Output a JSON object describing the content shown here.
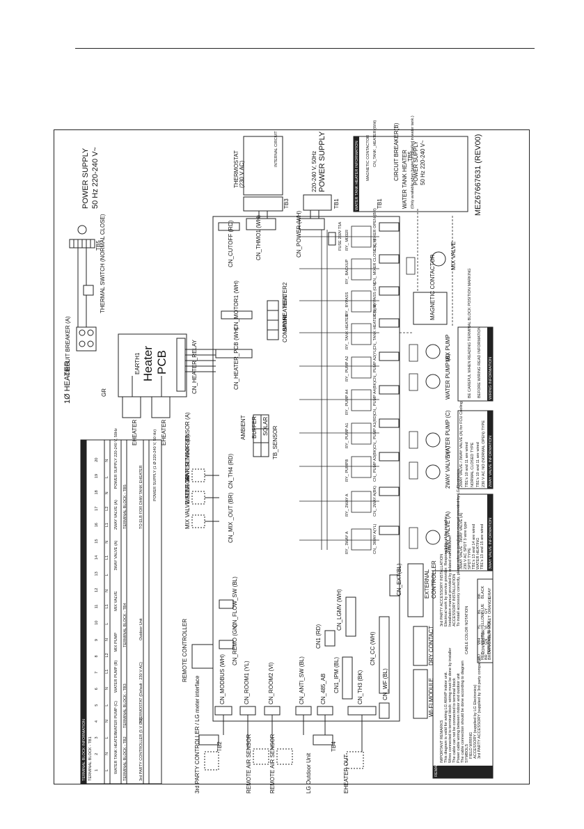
{
  "model_code": "MEZ67667631 (REV00)",
  "heater": {
    "title": "1Ø HEATER",
    "pcb": [
      "Heater",
      "PCB"
    ],
    "earth": "EARTH1",
    "relay": "CN_HEATER_RELAY",
    "gr": "GR",
    "breaker": "CIRCUIT BREAKER (A)",
    "eheater": "EHEATER",
    "switch": "THERMAL SWITCH (NORMAL CLOSE)"
  },
  "power_supply": {
    "left": "POWER SUPPLY",
    "left_spec": "50 Hz 220-240 V~",
    "tb5": "TB5",
    "mid": "POWER SUPPLY",
    "mid_spec": "220-240 V, 50Hz",
    "tb1": "TB1"
  },
  "thermostat": {
    "label": "THERMOSTAT",
    "spec": "(230 V AC)",
    "tb3": "TB3",
    "internal": "INTERNAL CIRCUIT"
  },
  "heater_relays": [
    "HEATER2",
    "HEATER1",
    "SPARE",
    "COMMON"
  ],
  "connectors": {
    "top": [
      "CN_CUTOFF (RD)",
      "CN_THMO1 (WH)",
      "CN_POWER (WH)",
      "CN_MOTOR1 (WH)",
      "CN_HEATER_PCB (WH)"
    ],
    "bottom": [
      "CN_MODBUS (WH)",
      "CN_ROOM1 (YL)",
      "CN_ROOM2 (VI)",
      "CN_ANTI_SW (BL)",
      "CN_485_AB",
      "CN_TH3 (BK)",
      "CN_WF (BL)",
      "CN_REMO (GN)",
      "CN_FLOW_SW (BL)",
      "CN1 (RD)",
      "CN_LGMV (WH)",
      "CN1_IPM (BL)",
      "CN_CC (WH)",
      "CN_MIX _OUT (BR)",
      "CN_TH4 (RD)",
      "CN_EXT(BL)"
    ]
  },
  "fuse": "FUSE 250V T5A",
  "tb_sensor": {
    "label": "TB_SENSOR",
    "items": [
      "AMBIENT",
      "BUFFER",
      "SOLAR"
    ]
  },
  "relays": [
    "RY_ MIXER",
    "RY_ BACKUP",
    "RY_ BYPASS",
    "RY_ TANK HEATER",
    "RY_ PUMP A2",
    "RY_ PUMP A4",
    "RY_ PUMP A1",
    "RY_ PUMPB",
    "RY_ 2WAY A",
    "RY_ 3WAY A"
  ],
  "relay_cn": [
    "CN_ MIXER OPEN (BR)",
    "CN_ MIXER CLOSE (GY)",
    "CN_ BYPASS (GN)",
    "CN_ TANK HEATER (WH)",
    "CN_ PUMP A2(YL)",
    "CN_ PUMP A4(BK)",
    "CN_ PUMP A1(RD)",
    "CN_ PUMP A3(BK)",
    "CN_ 2WAY A(BK)",
    "CN_ 3WAY A(YL)"
  ],
  "devices": [
    "MIX VALVE",
    "MAGNETIC CONTACTOR",
    "MIX PUMP",
    "WATER PUMP (B)",
    "WATER PUMP (C)",
    "2WAY VALVE (A)",
    "3WAY VALVE (A)"
  ],
  "sensors": [
    "MIX VALVE SENSOR",
    "WATER TANK SENSOR (B)",
    "WATER TANK SENSOR (A)"
  ],
  "remote_controller": "REMOTE CONTROLLER",
  "external": [
    "EXTERNAL",
    "CONTROLLER"
  ],
  "dry_contact": "DRY CONTACT",
  "wifi": "WI-FI MODULE",
  "left_labels": [
    "3rd PARTY CONTROLLER / LG meter interface",
    "REMOTE AIR SENSOR",
    "REMOTE AIR SENSOR",
    "LG Outdoor Unit",
    "EHEATER OUT",
    "TB2",
    "TB4"
  ],
  "tank_box": {
    "header": "WATER TANK HEATER INFORMATION",
    "supply": "POWER SUPPLY",
    "supply_spec": "50 Hz 220-240 V~",
    "tb5": "TB5",
    "contactor": "MAGNETIC CONTACTOR",
    "cn": "CN_TANK _HEATER (WH)",
    "breaker": "CIRCUIT BREAKER(B)",
    "heater": "WATER TANK HEATER",
    "note": "(Only available when heater is installed in water tank.)",
    "tb1": "TB1"
  },
  "terminal_block": {
    "title": "TERMINAL BLOCK INFORMATION",
    "tb1_title": "TERMINAL BLOCK - TB1",
    "tb1_nums": [
      "1",
      "2",
      "3",
      "4",
      "5",
      "6",
      "7",
      "8",
      "9",
      "10",
      "11",
      "12",
      "13",
      "14",
      "15",
      "16",
      "17",
      "18",
      "19",
      "20"
    ],
    "tb1_vals": [
      "L",
      "N",
      "L",
      "N",
      "L",
      "N",
      "L1",
      "L2",
      "N",
      "L",
      "L1",
      "N",
      "L",
      "L1",
      "N",
      "L1",
      "L2",
      "N",
      "L",
      "N"
    ],
    "tb1_groups": [
      "WATER TANK HEATER",
      "WATER PUMP (C)",
      "WATER PUMP (B)",
      "MIX PUMP",
      "MIX VALVE",
      "3WAY VALVE (A)",
      "2WAY VALVE (A)",
      "POWER SUPPLY 220-240 V, 50Hz"
    ],
    "tb2_title": "TERMINAL BLOCK - TB2",
    "tb2_nums": [
      "21",
      "22"
    ],
    "tb2_vals": [
      "A",
      "B"
    ],
    "tb2_desc": "3rd PARTY CONTROLLER (5 V DC)",
    "tb3_title": "TERMINAL BLOCK - TB3",
    "tb3_nums": [
      "23",
      "24",
      "25",
      "26",
      "27"
    ],
    "tb3_vals": [
      "L",
      "N",
      "L1",
      "L2",
      "L3"
    ],
    "tb3_desc": "THERMOSTAT (Default : 230 V AC)",
    "tb4_title": "TERMINAL BLOCK - TB4",
    "tb4_nums": [
      "28",
      "29"
    ],
    "tb4_vals": [
      "A",
      "B"
    ],
    "tb4_desc": "Outdoor Unit",
    "tb5_title": "TERMINAL BLOCK - TB5",
    "tb5_nums": [
      "1",
      "2",
      "3",
      "4",
      "5",
      "6"
    ],
    "tb5_vals": [
      "L",
      "N",
      "L",
      "N",
      "L",
      "N"
    ],
    "tb5_desc1": "TO ELB FOR DHW TANK EHEATER",
    "tb5_desc2": "POWER SUPPLY (1 Ø 220-240 V, 50 Hz)"
  },
  "info_boxes": {
    "wiring_header": "WIRING INFORMATION",
    "wiring_lines": [
      "BE CAREFUL WHEN READING TERMINAL BLOCK POSITION MARKING",
      "BEFORE WIRING READ INFORMATION"
    ],
    "twoway_header": "2WAY VALVE INFORMATION",
    "twoway_lines": [
      "2WAY VALVE / 3WAY VALVE (A) for FCU Cooling",
      "TB1's 10 and 11 are wired",
      "NORMAL CLOSED TYPE",
      "TB1's 10 and 11 are wired",
      "230 V AC NO (NORMAL OPEN) TYPE"
    ],
    "threeway_header": "3WAY VALVE INFORMATION",
    "threeway_lines": [
      "3WAY VALVE : 3WAY VALVE (A)",
      "230 V AC SPDT 3 wire type",
      "SPDT TYPE",
      "TB1's 13 and 14 are wired",
      "WATER HEATING",
      "TB1's 13 and 15 are wired"
    ]
  },
  "remarks": {
    "header": "REMARKS",
    "important": "IMPORTANT REMARKS",
    "lines": [
      "This diagram is valid for wiring LG AWHP indoor unit.",
      "Wires connected to terminal block: wiring must be done by installer",
      "The cable can not be connected to terminal block",
      "Power cable wiring between indoor and outdoor unit",
      "The cable connection should be done according to diagram"
    ],
    "third_party": "3rd PARTY ACCESSORY INSTALLATION",
    "third_lines": [
      "Electrical work by service provider. Responsibility of the installer.",
      "Installation manual provided by related manufacturer."
    ],
    "accessory": "ACCESSORY INSTALLATION",
    "accessory_lines": [
      "To install accessory correctly, please refer to installation manual provided by LG Electronics."
    ],
    "cable": "CABLE COLOR NOTATION",
    "colors": [
      [
        "RD",
        "WH",
        "YL",
        "BL",
        "BK"
      ],
      [
        "RED",
        "WHITE",
        "YELLOW",
        "BLUE",
        "BLACK"
      ],
      [
        "BR",
        "GN",
        "VI",
        "GY",
        ""
      ],
      [
        "BROWN",
        "GREEN",
        "VIOLET",
        "ORANGE",
        "GRAY"
      ]
    ],
    "symbols": "SYMBOLS",
    "symbol_lines": [
      "FIELD WIRING",
      "ACCESSORY (supplied by LG Electronics)",
      "3rd PARTY ACCESSORY (supplied by 3rd party company)"
    ],
    "connector": "CONNECTOR",
    "terminal": "TERMINAL BLOCK"
  }
}
